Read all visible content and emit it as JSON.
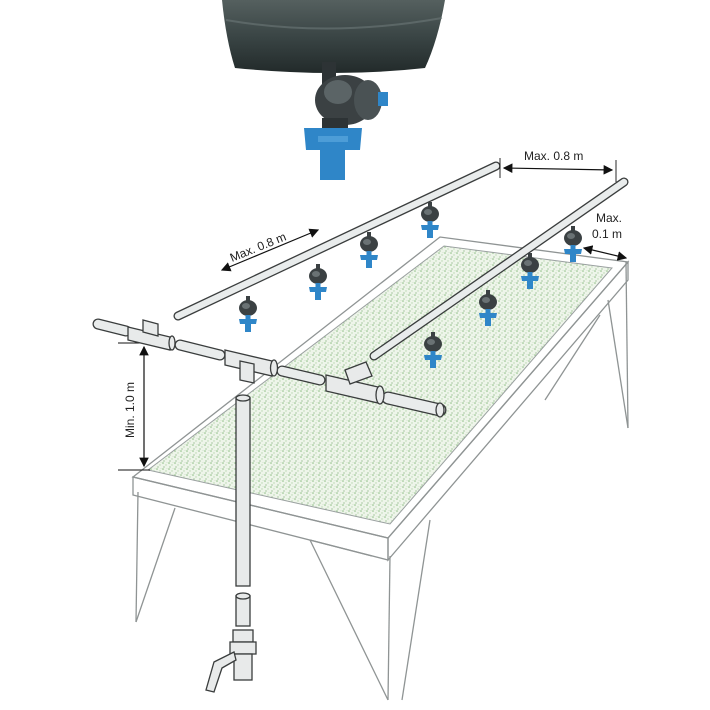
{
  "labels": {
    "spacing_lateral": "Max. 0.8 m",
    "spacing_along": "Max. 0.8 m",
    "edge_clearance_line1": "Max.",
    "edge_clearance_line2": "0.1 m",
    "height_min": "Min. 1.0 m"
  },
  "colors": {
    "pipe_dark": "#3c4546",
    "emitter_body": "#3b4143",
    "emitter_nozzle": "#2f86c8",
    "bed_fill": "#a9cfa1",
    "table_frame": "#8f9494"
  },
  "icons": {
    "emitter": "mini-sprinkler-icon",
    "valve": "ball-valve-icon"
  }
}
